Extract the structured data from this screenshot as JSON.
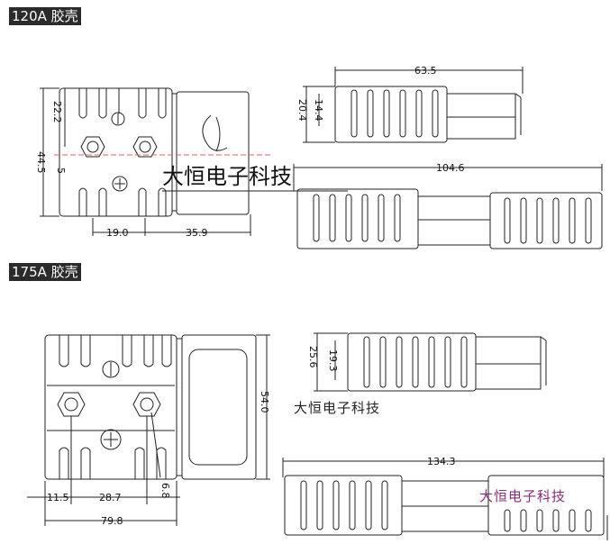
{
  "sections": {
    "top_label": "120A 胶壳",
    "bottom_label": "175A 胶壳"
  },
  "watermarks": {
    "top": "大恒电子科技",
    "middle": "大恒电子科技",
    "bottom": "大恒电子科技"
  },
  "dims_120": {
    "length_top": "63.5",
    "height_14_4": "14.4",
    "height_20_4": "20.4",
    "length_side": "104.6",
    "height_22_2": "22.2",
    "height_44_5": "44.5",
    "hole_dia": "5",
    "spacing_19": "19.0",
    "spacing_35_9": "35.9"
  },
  "dims_175": {
    "height_19_3": "19.3",
    "height_25_6": "25.6",
    "height_54": "54.0",
    "length_side": "134.3",
    "left_11_5": "11.5",
    "spacing_28_7": "28.7",
    "hole_dia": "6.8",
    "width_79_8": "79.8"
  },
  "colors": {
    "label_bg": "#2b2b2b",
    "line": "#222222",
    "watermark_pink": "#8a2a7a",
    "center_line_red": "#e06060"
  }
}
